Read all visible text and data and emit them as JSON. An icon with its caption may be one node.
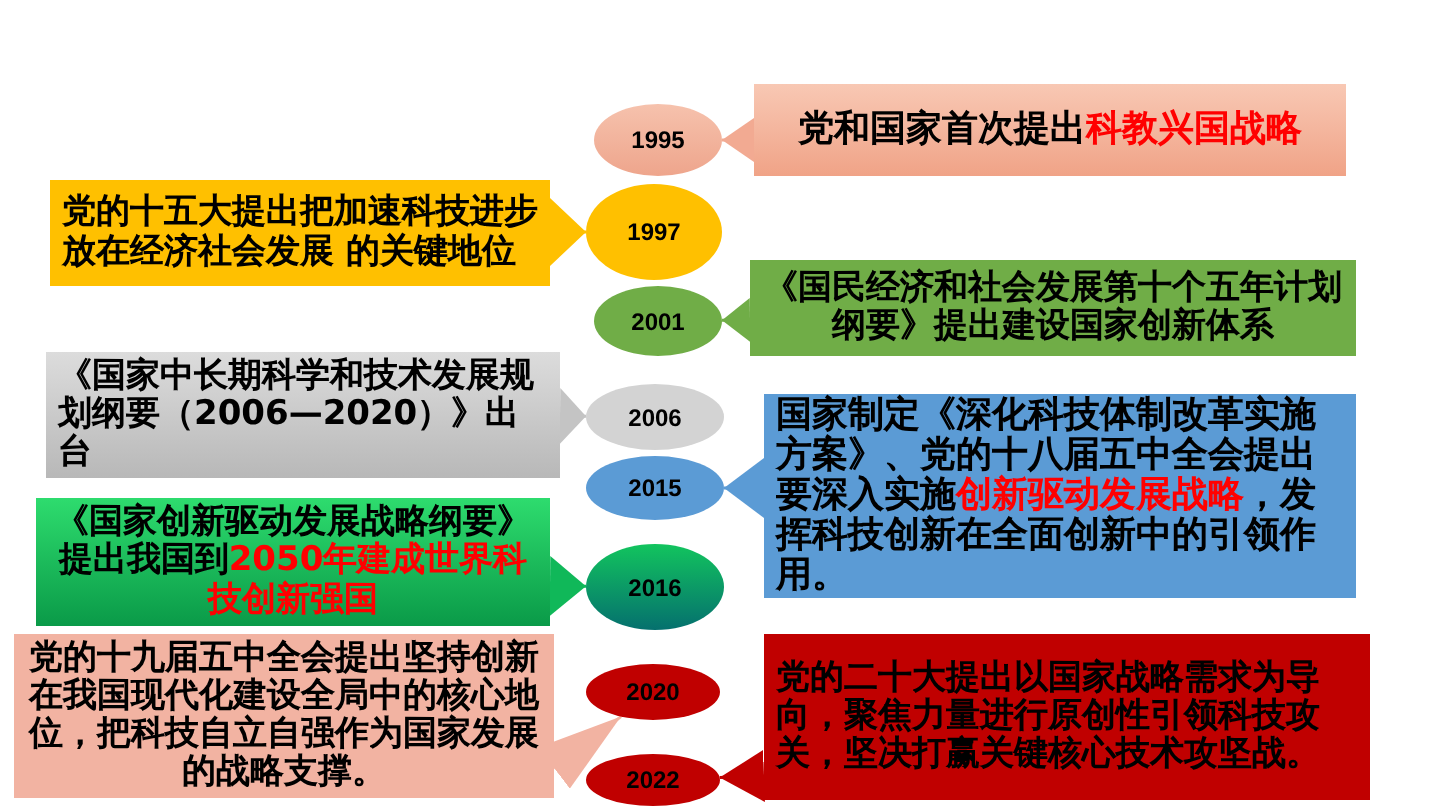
{
  "diagram": {
    "nodes": [
      {
        "text": [
          "1995"
        ]
      },
      {
        "text": [
          "党和国家首次提出**科教兴国战略**"
        ]
      },
      {
        "text": [
          "党的十五大提出把加速科技进步放在经济社会发展 的关键地位"
        ]
      },
      {
        "text": [
          "1997"
        ]
      },
      {
        "text": [
          "2001"
        ]
      },
      {
        "text": [
          "《国民经济和社会发展第十个五年计划纲要》提出建设国家创新体系"
        ]
      },
      {
        "text": [
          "《国家中长期科学和技术发展规划纲要（2006—2020）》出台"
        ]
      },
      {
        "text": [
          "2006"
        ]
      },
      {
        "text": [
          "2015"
        ]
      },
      {
        "text": [
          "国家制定《深化科技体制改革实施方案》、党的十八届五中全会提出要深入实施**创新驱动发展战略**，发挥科技创新在全面创新中的引领作用。"
        ]
      },
      {
        "text": [
          "《国家创新驱动发展战略纲要》提出我国到**2050年建成世界科技创新强国**"
        ]
      },
      {
        "text": [
          "2016"
        ]
      },
      {
        "text": [
          "党的十九届五中全会提出坚持创新在我国现代化建设全局中的核心地位，把科技自立自强作为国家发展的战略支撑。"
        ]
      },
      {
        "text": [
          "2020"
        ]
      },
      {
        "text": [
          "2022"
        ]
      },
      {
        "text": [
          "党的二十大提出以国家战略需求为导向，聚焦力量进行原创性引领科技攻关，坚决打赢关键核心技术攻坚战。"
        ]
      }
    ],
    "edges": [
      {
        "from": 1,
        "to": 0,
        "arrow": "to",
        "color": "#f2aa92"
      },
      {
        "from": 2,
        "to": 3,
        "arrow": "to",
        "color": "#ffc000"
      },
      {
        "from": 5,
        "to": 4,
        "arrow": "to",
        "color": "#70ad47"
      },
      {
        "from": 6,
        "to": 7,
        "arrow": "to",
        "color": "#c4c4c4"
      },
      {
        "from": 9,
        "to": 8,
        "arrow": "to",
        "color": "#5b9bd5"
      },
      {
        "from": 10,
        "to": 11,
        "arrow": "to",
        "color": "#10b859"
      },
      {
        "from": 12,
        "to": 13,
        "arrow": "to",
        "color": "#f2b3a2"
      },
      {
        "from": 15,
        "to": 14,
        "arrow": "to",
        "color": "#c00000"
      }
    ]
  }
}
